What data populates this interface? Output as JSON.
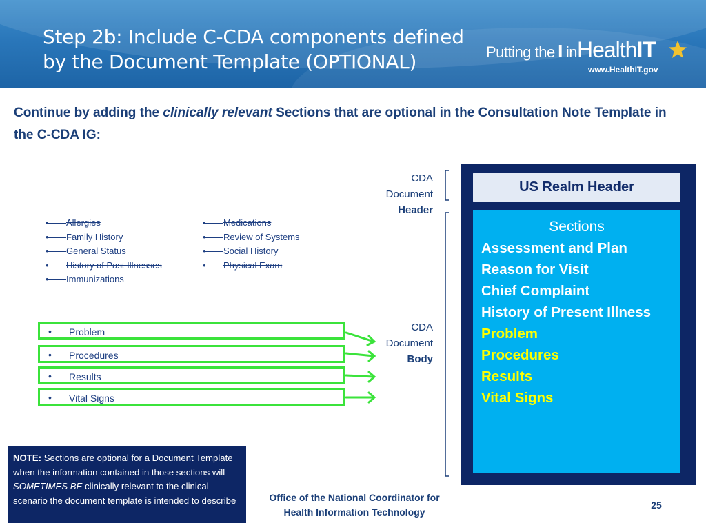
{
  "slide": {
    "title": "Step 2b: Include C-CDA components defined by the Document Template (OPTIONAL)"
  },
  "logo": {
    "part1": "Putting the",
    "part2": "I",
    "part3": "in",
    "part4": "Health",
    "part5": "IT",
    "url": "www.HealthIT.gov"
  },
  "intro": {
    "text_before": "Continue by adding the ",
    "text_emphasis": "clinically relevant",
    "text_after": " Sections that are optional in the Consultation Note Template in the C-CDA IG:"
  },
  "struck_sections": {
    "column_a": [
      "Allergies",
      "Family History",
      "General Status",
      "History of Past Illnesses",
      "Immunizations"
    ],
    "column_b": [
      "Medications",
      "Review of Systems",
      "Social History",
      "Physical Exam"
    ]
  },
  "added_sections": {
    "bullet": "•",
    "items": [
      "Problem",
      "Procedures",
      "Results",
      "Vital Signs"
    ]
  },
  "cda_labels": {
    "header_line1": "CDA",
    "header_line2": "Document",
    "header_line3": "Header",
    "body_line1": "CDA",
    "body_line2": "Document",
    "body_line3": "Body"
  },
  "panel": {
    "realm_header": "US Realm Header",
    "sections_title": "Sections",
    "items": [
      {
        "label": "Assessment and Plan",
        "highlighted": false
      },
      {
        "label": "Reason for Visit",
        "highlighted": false
      },
      {
        "label": "Chief Complaint",
        "highlighted": false
      },
      {
        "label": "History of Present Illness",
        "highlighted": false
      },
      {
        "label": "Problem",
        "highlighted": true
      },
      {
        "label": "Procedures",
        "highlighted": true
      },
      {
        "label": "Results",
        "highlighted": true
      },
      {
        "label": "Vital Signs",
        "highlighted": true
      }
    ]
  },
  "note": {
    "label": "NOTE:",
    "text1": " Sections are optional for a Document Template when the information contained in those sections will ",
    "emphasis": "SOMETIMES BE",
    "text2": " clinically relevant to the clinical scenario the document template is intended to describe"
  },
  "footer": {
    "org_line1": "Office of the National Coordinator for",
    "org_line2": "Health Information Technology",
    "page_number": "25"
  },
  "colors": {
    "banner_blue": "#2a77ba",
    "navy": "#0d2665",
    "cyan": "#00b0f0",
    "highlight_yellow": "#ffff00",
    "green_border": "#3be33b",
    "text_blue": "#1b3f78"
  }
}
